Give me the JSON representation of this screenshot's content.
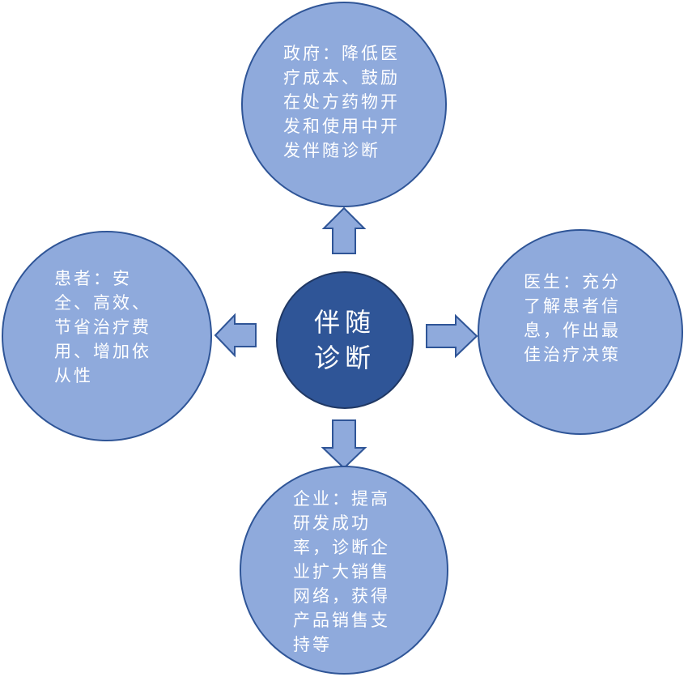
{
  "diagram": {
    "center": {
      "text": "伴随诊断"
    },
    "top": {
      "text": "政府：降低医疗成本、鼓励在处方药物开发和使用中开发伴随诊断"
    },
    "left": {
      "text": "患者：安全、高效、节省治疗费用、增加依从性"
    },
    "right": {
      "text": "医生：充分了解患者信息，作出最佳治疗决策"
    },
    "bottom": {
      "text": "企业：提高研发成功率，诊断企业扩大销售网络，获得产品销售支持等"
    }
  },
  "colors": {
    "outer_fill": "#8faadc",
    "outer_border": "#2f5597",
    "center_fill": "#2f5597",
    "arrow_fill": "#8faadc",
    "arrow_border": "#2f5597",
    "text": "#ffffff"
  }
}
